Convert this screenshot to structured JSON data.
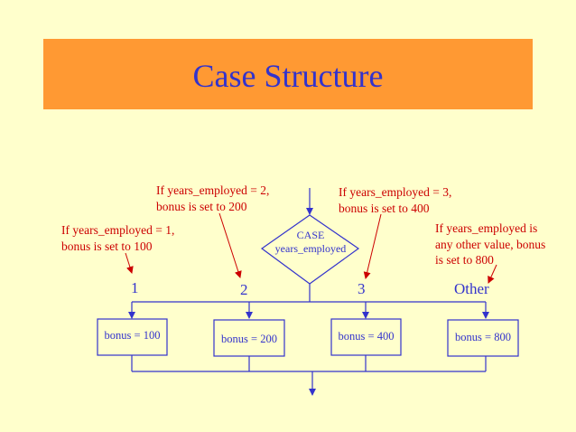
{
  "title": "Case Structure",
  "case_node": "CASE\nyears_employed",
  "notes": {
    "n1": "If years_employed = 1,\nbonus is set to 100",
    "n2": "If years_employed = 2,\nbonus is set to 200",
    "n3": "If years_employed = 3,\nbonus is set to 400",
    "other": "If years_employed is\nany other value, bonus\nis set to 800"
  },
  "branches": {
    "b1": {
      "label": "1",
      "box": "bonus = 100"
    },
    "b2": {
      "label": "2",
      "box": "bonus = 200"
    },
    "b3": {
      "label": "3",
      "box": "bonus = 400"
    },
    "other": {
      "label": "Other",
      "box": "bonus = 800"
    }
  },
  "colors": {
    "background": "#ffffcc",
    "title_bar": "#ff9933",
    "flow": "#3333cc",
    "notes": "#cc0000"
  }
}
